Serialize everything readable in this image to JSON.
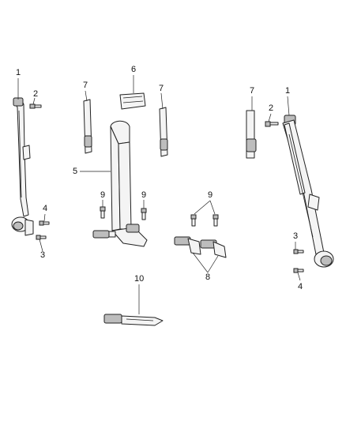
{
  "callouts": {
    "c1_left": "1",
    "c2_left": "2",
    "c4_left": "4",
    "c3_left": "3",
    "c7_a": "7",
    "c6": "6",
    "c7_b": "7",
    "c5": "5",
    "c9_a": "9",
    "c9_b": "9",
    "c9_c": "9",
    "c8": "8",
    "c10": "10",
    "c7_c": "7",
    "c1_right": "1",
    "c2_right": "2",
    "c3_right": "3",
    "c4_right": "4"
  }
}
